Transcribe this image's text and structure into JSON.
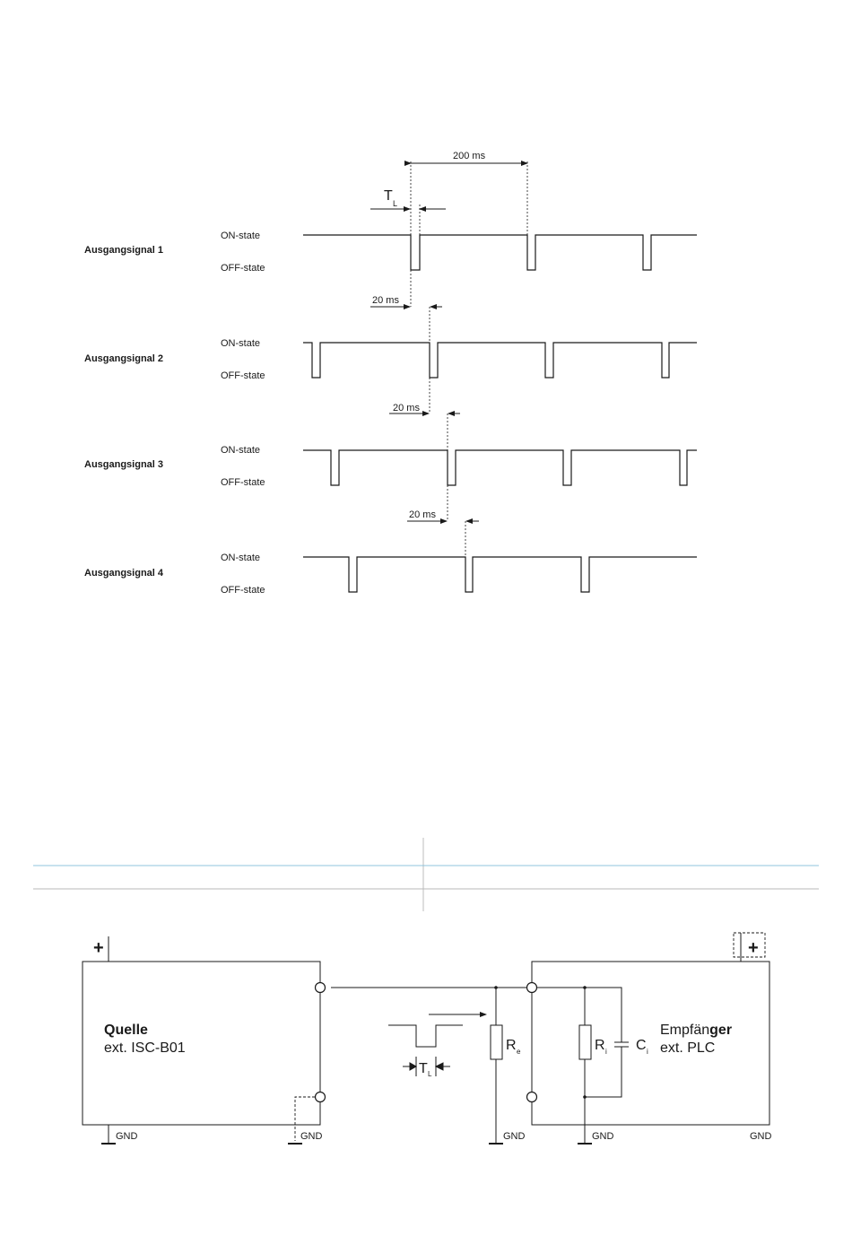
{
  "timing": {
    "period_label": "200 ms",
    "tl_label": "T",
    "tl_sub": "L",
    "offset_labels": [
      "20 ms",
      "20 ms",
      "20 ms"
    ],
    "signals": [
      {
        "name": "Ausgangsignal 1",
        "on": "ON-state",
        "off": "OFF-state"
      },
      {
        "name": "Ausgangsignal 2",
        "on": "ON-state",
        "off": "OFF-state"
      },
      {
        "name": "Ausgangsignal 3",
        "on": "ON-state",
        "off": "OFF-state"
      },
      {
        "name": "Ausgangsignal 4",
        "on": "ON-state",
        "off": "OFF-state"
      }
    ]
  },
  "table": {
    "rule_color": "#8fc4dc",
    "grid_color": "#b8b8b8"
  },
  "circuit": {
    "plus_left": "+",
    "plus_right": "+",
    "source_title": "Quelle",
    "source_subtitle": "ext. ISC-B01",
    "receiver_title_normal": "Empfän",
    "receiver_title_bold": "ger",
    "receiver_subtitle": "ext. PLC",
    "re_label": "R",
    "re_sub": "e",
    "ri_label": "R",
    "ri_sub": "i",
    "ci_label": "C",
    "ci_sub": "i",
    "tl_label": "T",
    "tl_sub": "L",
    "gnd_labels": [
      "GND",
      "GND",
      "GND",
      "GND",
      "GND"
    ]
  }
}
